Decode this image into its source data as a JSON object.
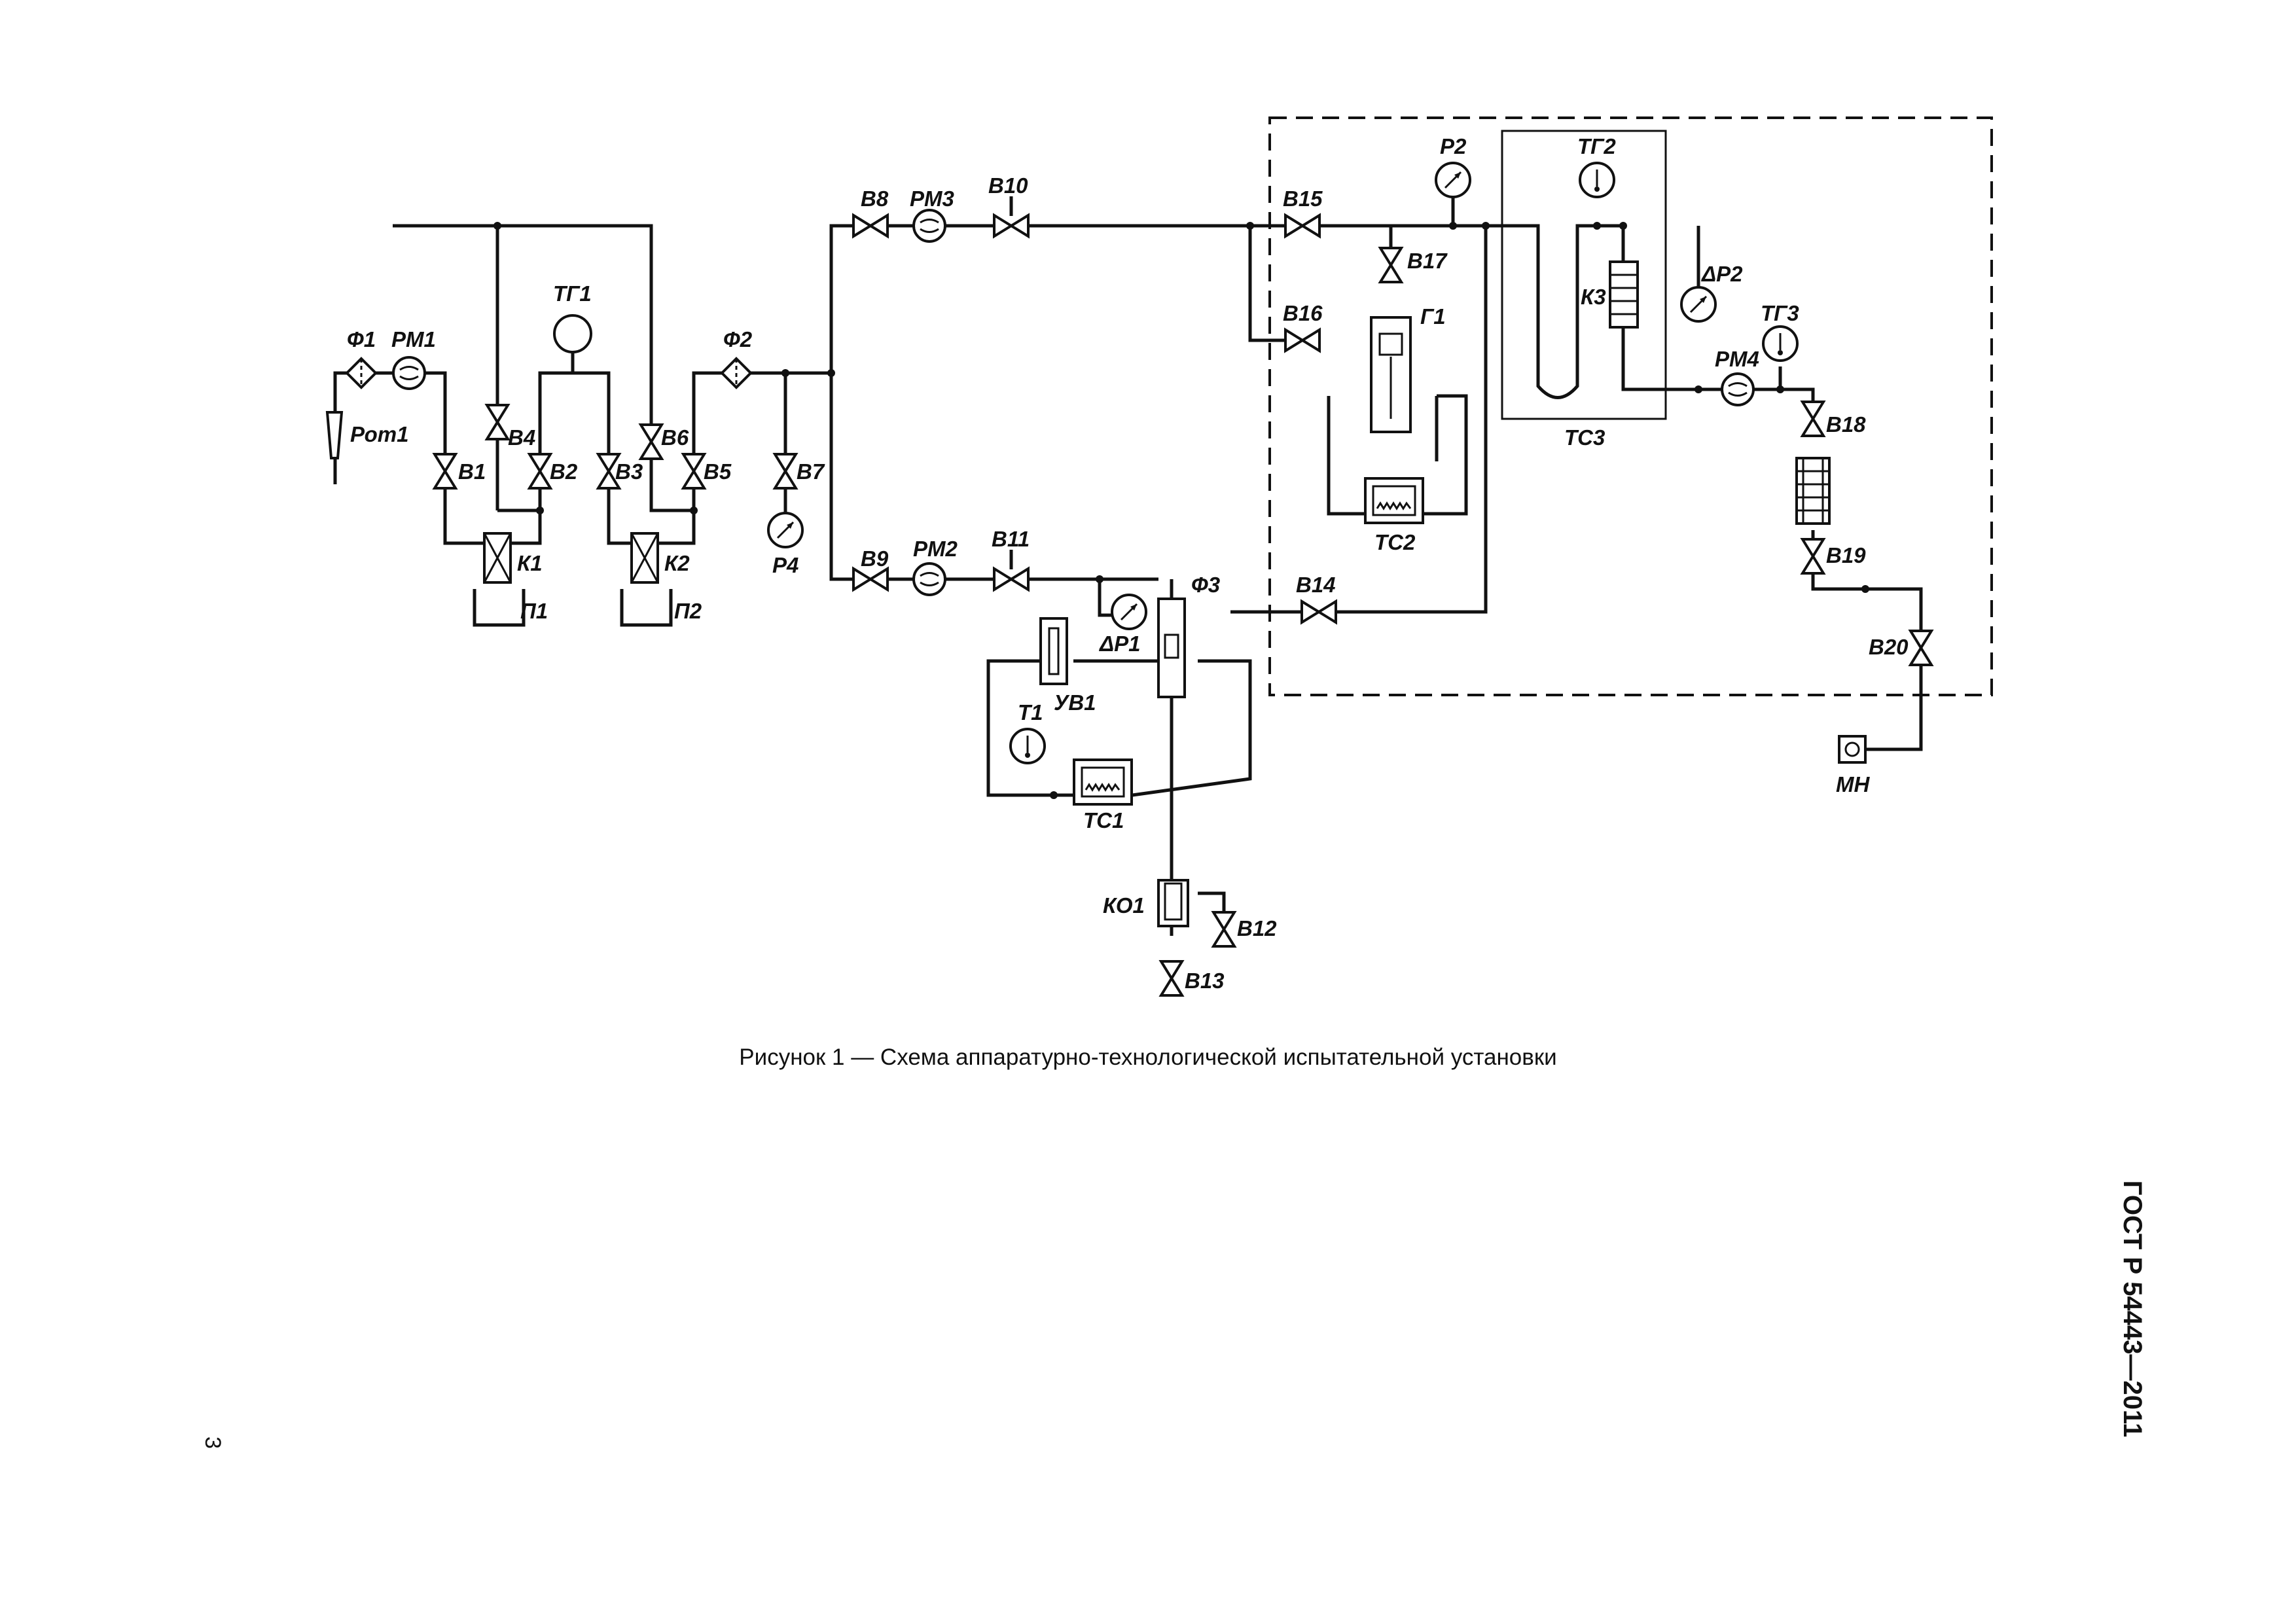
{
  "labels": {
    "f1": "Ф1",
    "rm1": "РМ1",
    "rot1": "Рот1",
    "v1": "В1",
    "v4": "В4",
    "v2": "В2",
    "k1": "К1",
    "p1": "П1",
    "tg1": "ТГ1",
    "v3": "В3",
    "v6": "В6",
    "v5": "В5",
    "k2": "К2",
    "p2": "П2",
    "f2": "Ф2",
    "v7": "В7",
    "p4": "Р4",
    "v8": "В8",
    "rm3": "РМ3",
    "v10": "В10",
    "v9": "В9",
    "rm2": "РМ2",
    "v11": "В11",
    "uv1": "УВ1",
    "dp1": "ΔР1",
    "f3": "Ф3",
    "t1": "Т1",
    "tc1": "ТС1",
    "ko1": "КО1",
    "v12": "В12",
    "v13": "В13",
    "v14": "В14",
    "v15": "В15",
    "v16": "В16",
    "v17": "В17",
    "g1": "Г1",
    "tc2": "ТС2",
    "p2g": "Р2",
    "tg2": "ТГ2",
    "k3": "К3",
    "tc3": "ТС3",
    "dp2": "ΔР2",
    "tg3": "ТГ3",
    "rm4": "РМ4",
    "v18": "В18",
    "v19": "В19",
    "v20": "В20",
    "mn": "МН"
  },
  "caption": "Рисунок 1 — Схема аппаратурно-технологической испытательной установки",
  "standard": "ГОСТ Р 54443—2011",
  "page_number": "3"
}
